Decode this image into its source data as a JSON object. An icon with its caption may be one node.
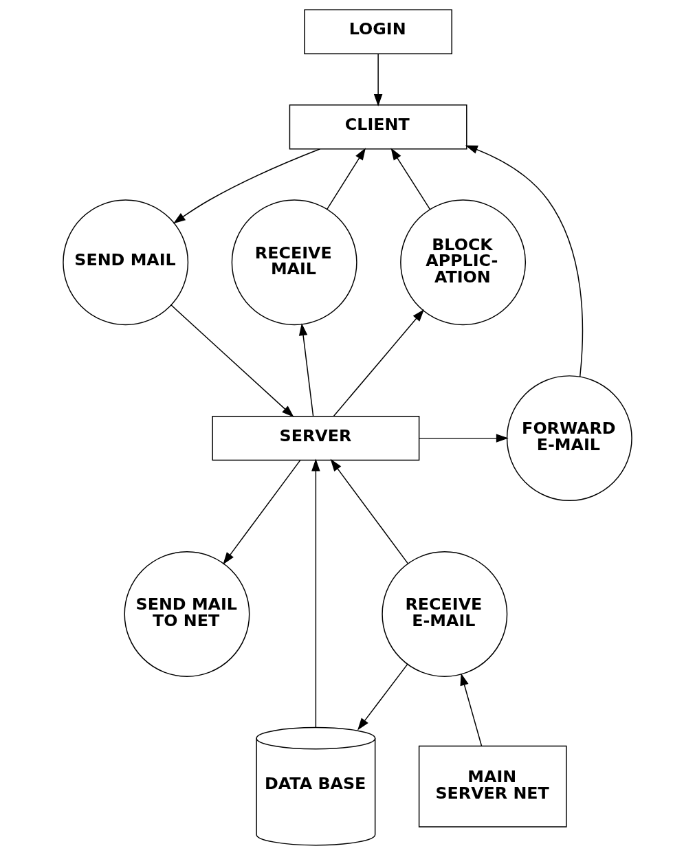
{
  "diagram": {
    "nodes": [
      {
        "text": [
          "LOGIN"
        ]
      },
      {
        "text": [
          "CLIENT"
        ]
      },
      {
        "text": [
          "SEND MAIL"
        ]
      },
      {
        "text": [
          "RECEIVE MAIL"
        ]
      },
      {
        "text": [
          "BLOCK APPLIC- ATION"
        ]
      },
      {
        "text": [
          "SERVER"
        ]
      },
      {
        "text": [
          "FORWARD E-MAIL"
        ]
      },
      {
        "text": [
          "SEND MAIL TO NET"
        ]
      },
      {
        "text": [
          "RECEIVE E-MAIL"
        ]
      },
      {
        "text": [
          "MAIN SERVER NET"
        ]
      },
      {
        "text": [
          "DATA BASE"
        ]
      }
    ],
    "edges": [
      {
        "from": 0,
        "to": 1,
        "arrow": "to"
      },
      {
        "from": 1,
        "to": 2,
        "arrow": "to"
      },
      {
        "from": 3,
        "to": 1,
        "arrow": "to"
      },
      {
        "from": 4,
        "to": 1,
        "arrow": "to"
      },
      {
        "from": 2,
        "to": 5,
        "arrow": "to"
      },
      {
        "from": 5,
        "to": 3,
        "arrow": "to"
      },
      {
        "from": 5,
        "to": 4,
        "arrow": "to"
      },
      {
        "from": 5,
        "to": 6,
        "arrow": "to"
      },
      {
        "from": 6,
        "to": 1,
        "arrow": "to"
      },
      {
        "from": 5,
        "to": 7,
        "arrow": "to"
      },
      {
        "from": 8,
        "to": 5,
        "arrow": "to"
      },
      {
        "from": 9,
        "to": 8,
        "arrow": "to"
      },
      {
        "from": 8,
        "to": 10,
        "arrow": "to"
      },
      {
        "from": 10,
        "to": 5,
        "arrow": "to"
      }
    ]
  }
}
